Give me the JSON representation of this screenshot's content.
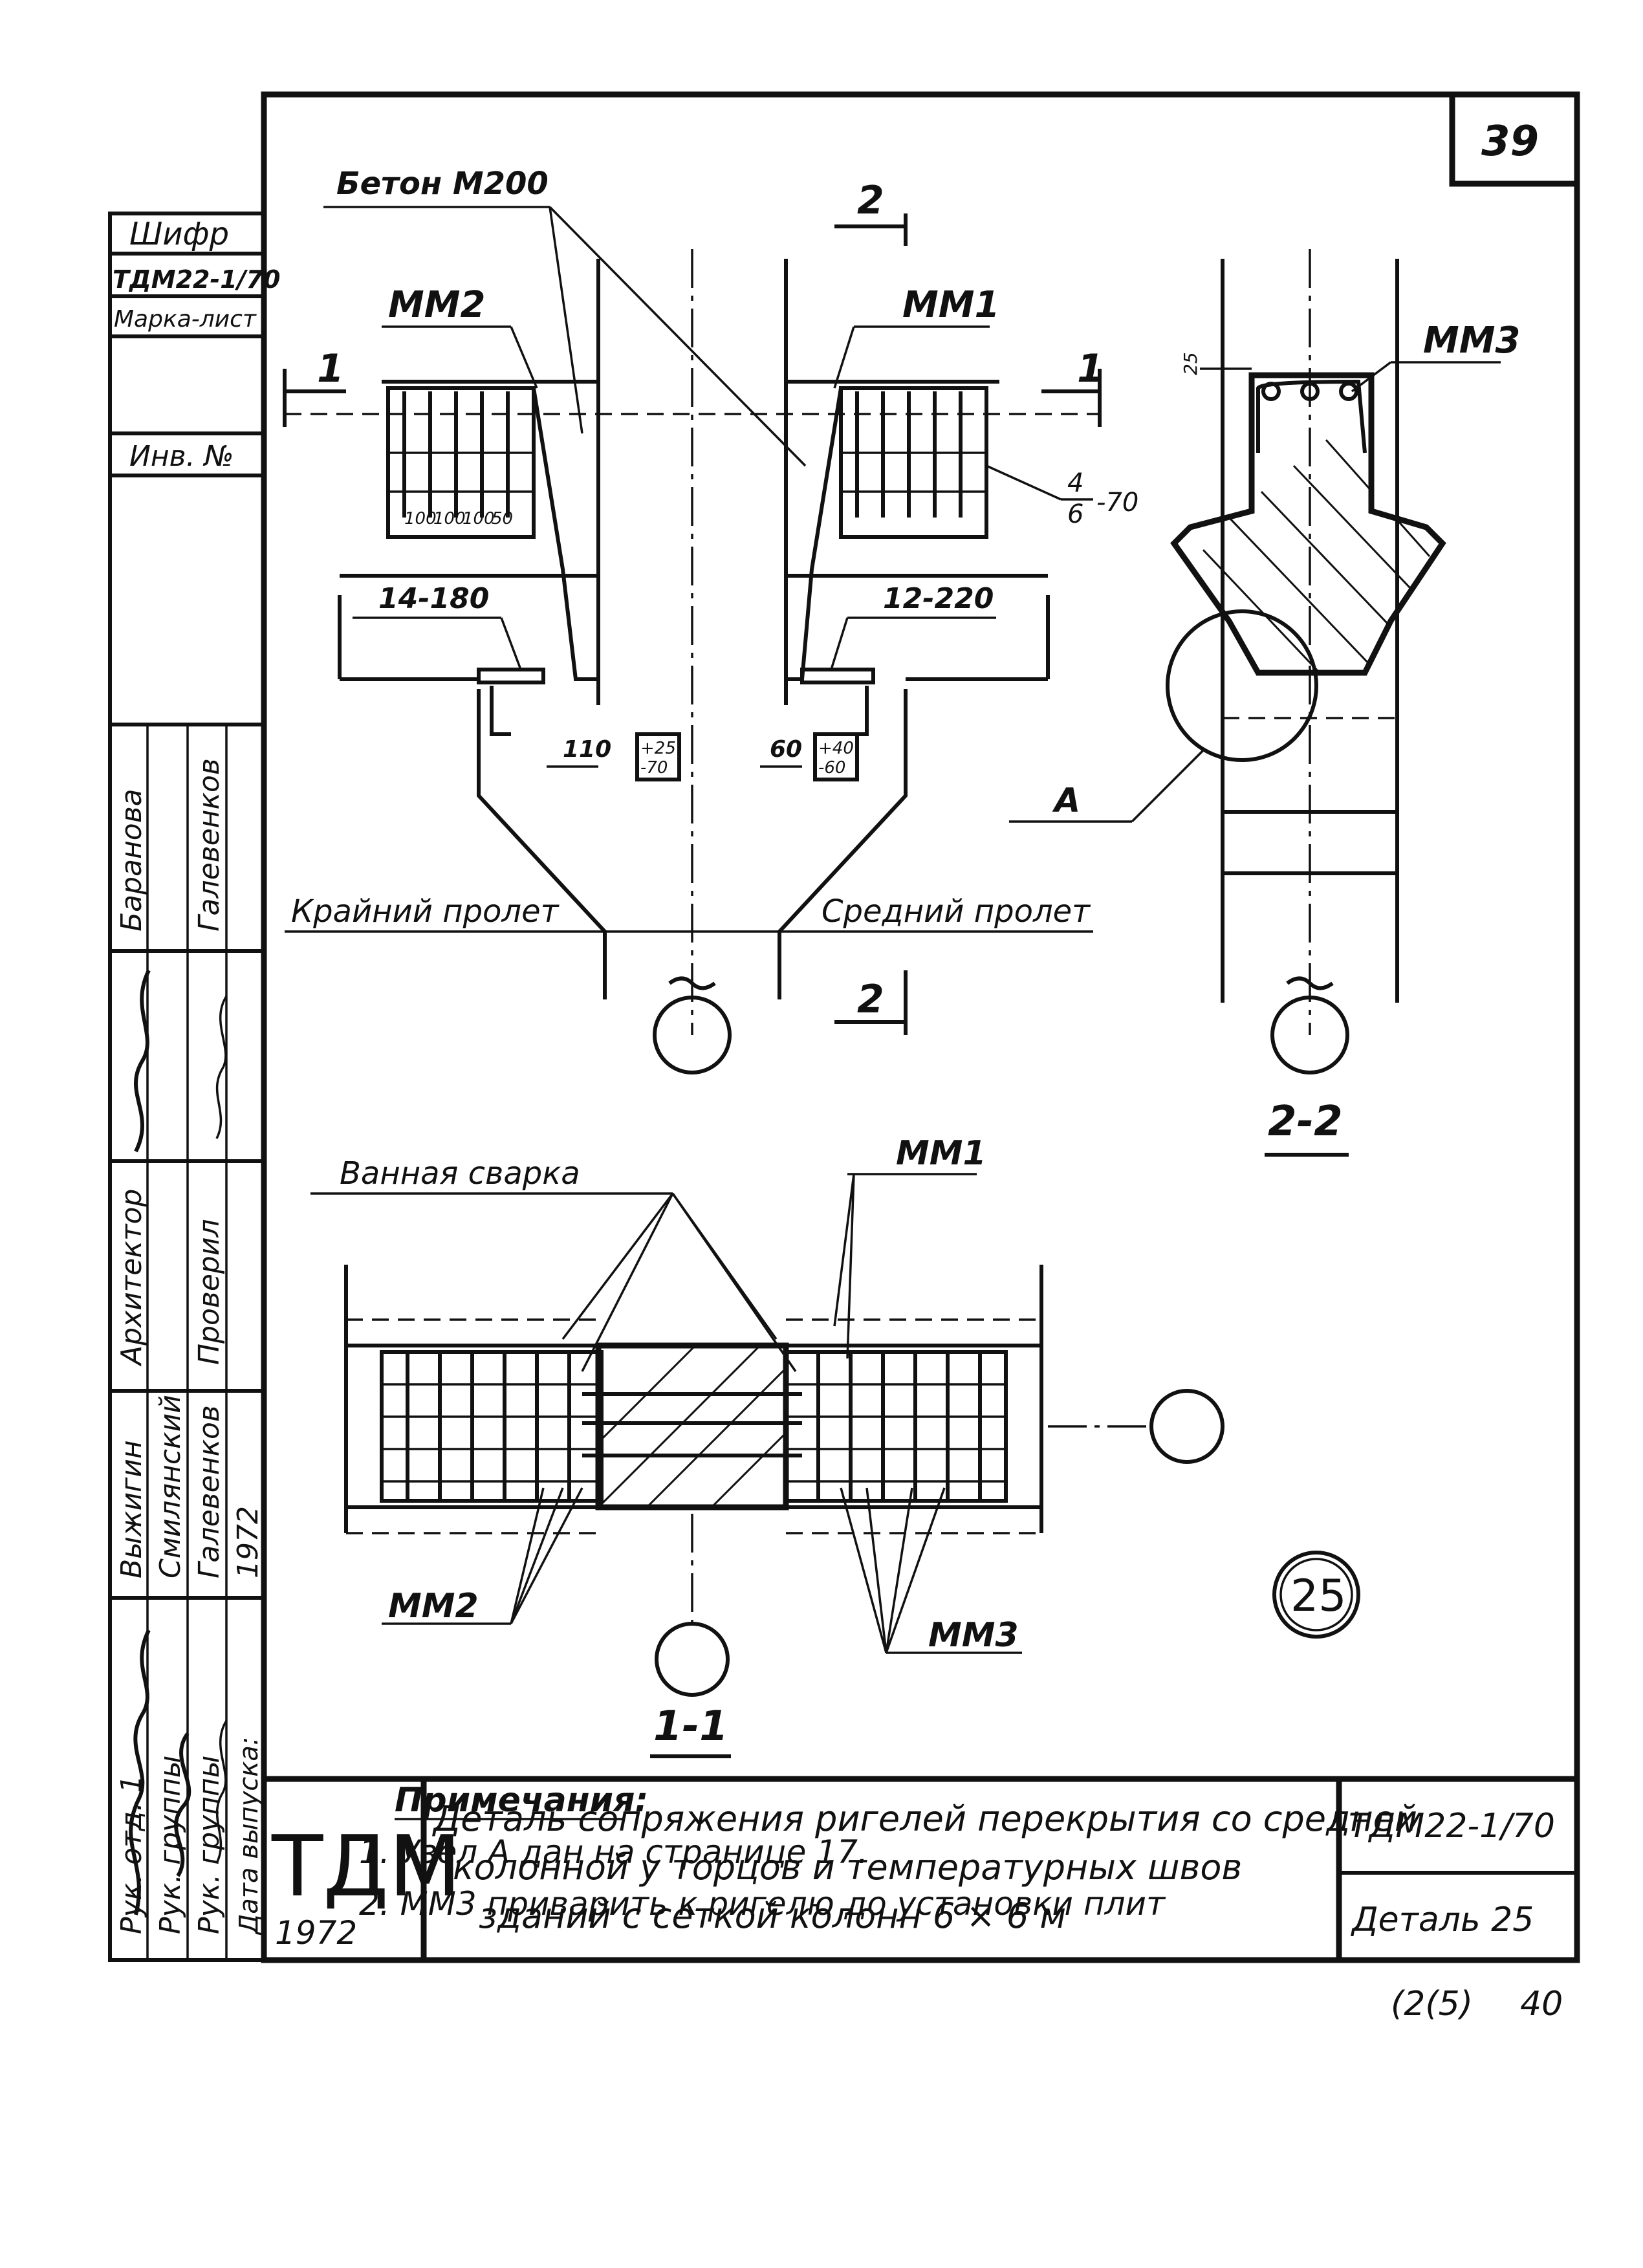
{
  "sheet": {
    "page_number": "39",
    "footer_left": "(2(5)",
    "footer_right": "40"
  },
  "side_stamp": {
    "cipher_label": "Шифр",
    "cipher_value": "ТДМ22-1/70",
    "mark_sheet_label": "Марка-лист",
    "inv_no_label": "Инв. №",
    "roles": [
      "Рук. отд. 1",
      "Рук. группы",
      "Рук. группы",
      "Дата выпуска:"
    ],
    "roles2": [
      "Архитектор",
      "Проверил"
    ],
    "names": [
      "Выжигин",
      "Смилянский",
      "Галевенков",
      "1972"
    ],
    "names2": [
      "Баранова",
      "Галевенков"
    ]
  },
  "title_block": {
    "logo": "ТДМ",
    "year": "1972",
    "title_line1": "Деталь сопряжения ригелей перекрытия со средней",
    "title_line2": "колонной у торцов и температурных швов",
    "title_line3": "зданий с сеткой колонн 6 × 6 м",
    "code": "ТДМ22-1/70",
    "detail": "Деталь 25"
  },
  "drawing": {
    "concrete_label": "Бетон М200",
    "section_mark": "2",
    "section_mark_left": "1",
    "mm2": "ММ2",
    "mm1": "ММ1",
    "mm3": "ММ3",
    "dim_25": "25",
    "dim_100a": "100",
    "dim_100b": "100",
    "dim_100c": "100",
    "dim_50": "50",
    "weld_left": "14-180",
    "weld_right": "12-220",
    "weld_side_num": "4",
    "weld_side_den": "6",
    "weld_side_len": "-70",
    "dim_110": "110",
    "dim_60": "60",
    "level_left_top": "+25",
    "level_left_bot": "-70",
    "level_right_top": "+40",
    "level_right_bot": "-60",
    "node_a": "А",
    "span_edge": "Крайний пролет",
    "span_middle": "Средний пролет",
    "section_2_2": "2-2",
    "section_1_1": "1-1",
    "bath_welding": "Ванная сварка",
    "detail_number": "25"
  },
  "notes": {
    "heading": "Примечания:",
    "items": [
      "1. Узел А дан на странице 17.",
      "2. ММ3 приварить к ригелю до установки плит"
    ]
  }
}
